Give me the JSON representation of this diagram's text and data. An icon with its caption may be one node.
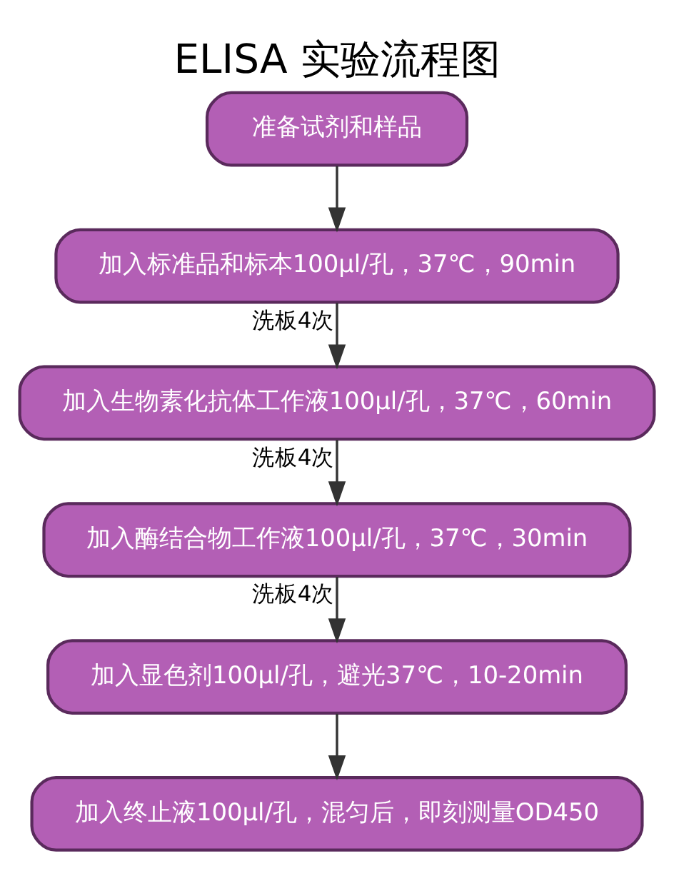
{
  "diagram": {
    "title": "ELISA 实验流程图",
    "nodes": [
      {
        "text": [
          "准备试剂和样品"
        ]
      },
      {
        "text": [
          "加入标准品和标本100μl/孔，37℃，90min"
        ]
      },
      {
        "text": [
          "加入生物素化抗体工作液100μl/孔，37℃，60min"
        ]
      },
      {
        "text": [
          "加入酶结合物工作液100μl/孔，37℃，30min"
        ]
      },
      {
        "text": [
          "加入显色剂100μl/孔，避光37℃，10-20min"
        ]
      },
      {
        "text": [
          "加入终止液100μl/孔，混匀后，即刻测量OD450"
        ]
      }
    ],
    "edges": [
      {
        "from": 0,
        "to": 1,
        "arrow": "to"
      },
      {
        "from": 1,
        "to": 2,
        "arrow": "to",
        "label": "洗板4次"
      },
      {
        "from": 2,
        "to": 3,
        "arrow": "to",
        "label": "洗板4次"
      },
      {
        "from": 3,
        "to": 4,
        "arrow": "to",
        "label": "洗板4次"
      },
      {
        "from": 4,
        "to": 5,
        "arrow": "to"
      }
    ]
  }
}
